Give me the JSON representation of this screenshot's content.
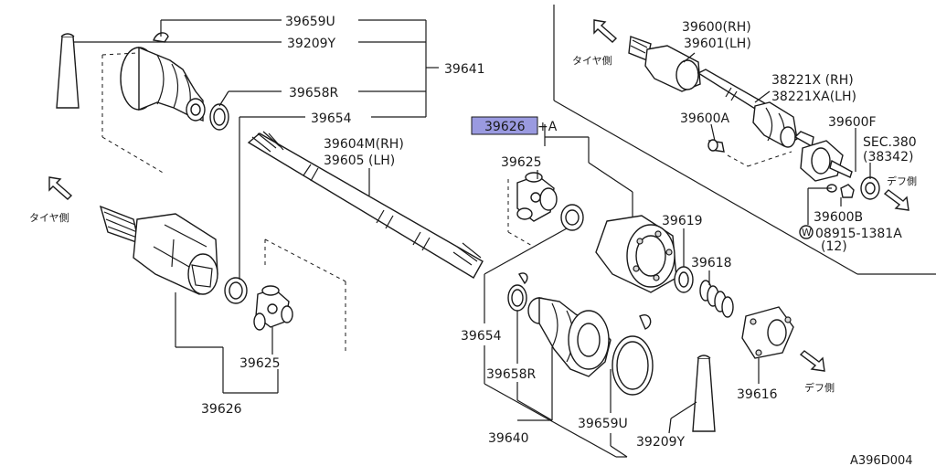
{
  "labels": {
    "p39659U_top": "39659U",
    "p39209Y_top": "39209Y",
    "p39641": "39641",
    "p39658R_top": "39658R",
    "p39654_top": "39654",
    "p39604M": "39604M(RH)",
    "p39605": "39605 (LH)",
    "p39626_hl": "39626",
    "p_plusA": "+A",
    "p39625_top": "39625",
    "p39619": "39619",
    "p39618": "39618",
    "p39616": "39616",
    "p39654_bot": "39654",
    "p39658R_bot": "39658R",
    "p39640": "39640",
    "p39659U_bot": "39659U",
    "p39209Y_bot": "39209Y",
    "p39625_left": "39625",
    "p39626_left": "39626",
    "p39600RH": "39600(RH)",
    "p39601LH": "39601(LH)",
    "p38221X": "38221X (RH)",
    "p38221XA": "38221XA(LH)",
    "p39600A": "39600A",
    "p39600F": "39600F",
    "sec380": "SEC.380",
    "sec38342": "(38342)",
    "p39600B": "39600B",
    "w_circle": "W",
    "p08915": "08915-1381A",
    "qty12": "(12)",
    "tire_side_1": "タイヤ側",
    "tire_side_2": "タイヤ側",
    "diff_side_1": "デフ側",
    "diff_side_2": "デフ側",
    "diagram_code": "A396D004"
  },
  "colors": {
    "line": "#1a1a1a",
    "highlight": "#9a9ae0",
    "background": "#ffffff"
  }
}
